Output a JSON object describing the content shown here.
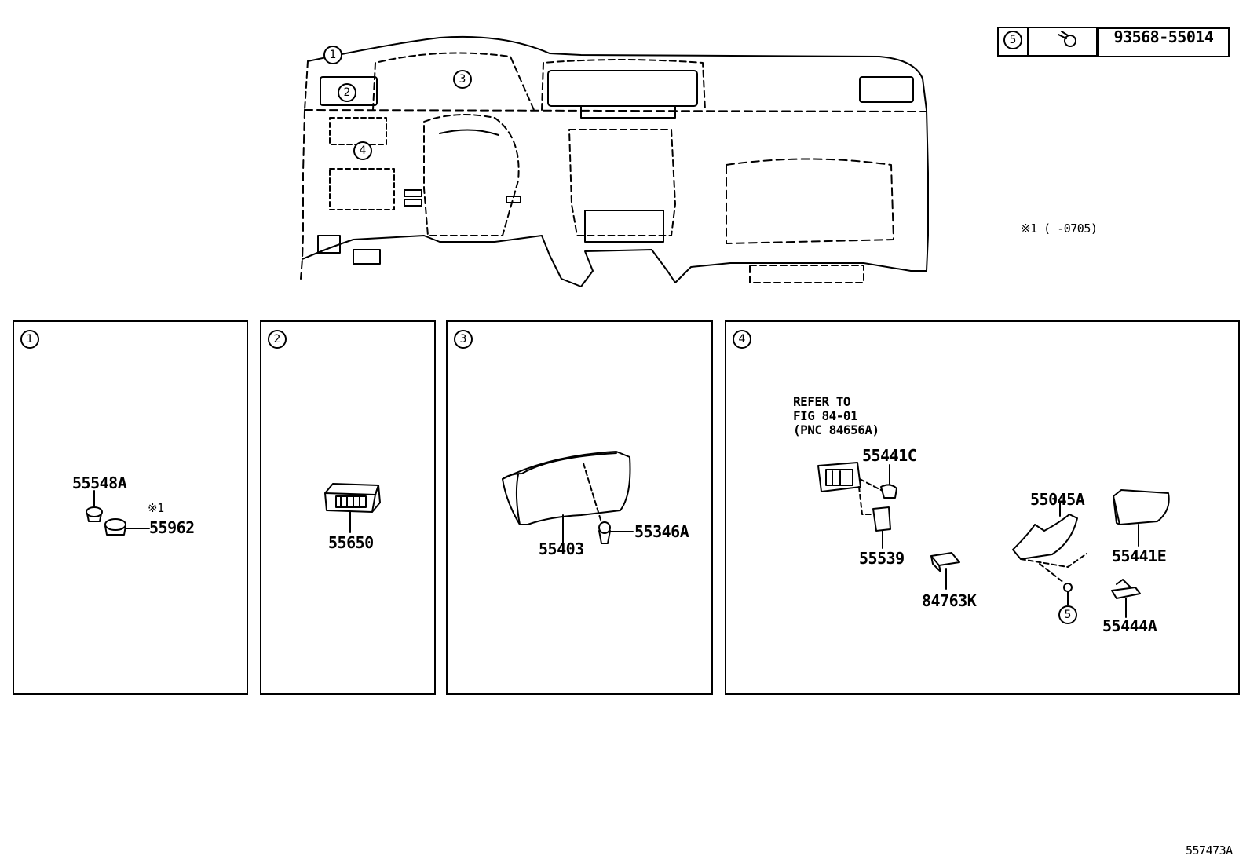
{
  "fastener": {
    "callout": "5",
    "part_number": "93568-55014"
  },
  "overview": {
    "callouts": [
      "1",
      "2",
      "3",
      "4"
    ],
    "note": "※1 (       -0705)"
  },
  "panels": [
    {
      "callout": "1",
      "parts": [
        "55548A",
        "55962"
      ],
      "note": "※1"
    },
    {
      "callout": "2",
      "parts": [
        "55650"
      ]
    },
    {
      "callout": "3",
      "parts": [
        "55403",
        "55346A"
      ]
    },
    {
      "callout": "4",
      "refer": "REFER TO\nFIG 84-01\n(PNC 84656A)",
      "parts": [
        "55441C",
        "55539",
        "84763K",
        "55045A",
        "55441E",
        "55444A"
      ],
      "fastener_callout": "5"
    }
  ],
  "figure_id": "557473A"
}
